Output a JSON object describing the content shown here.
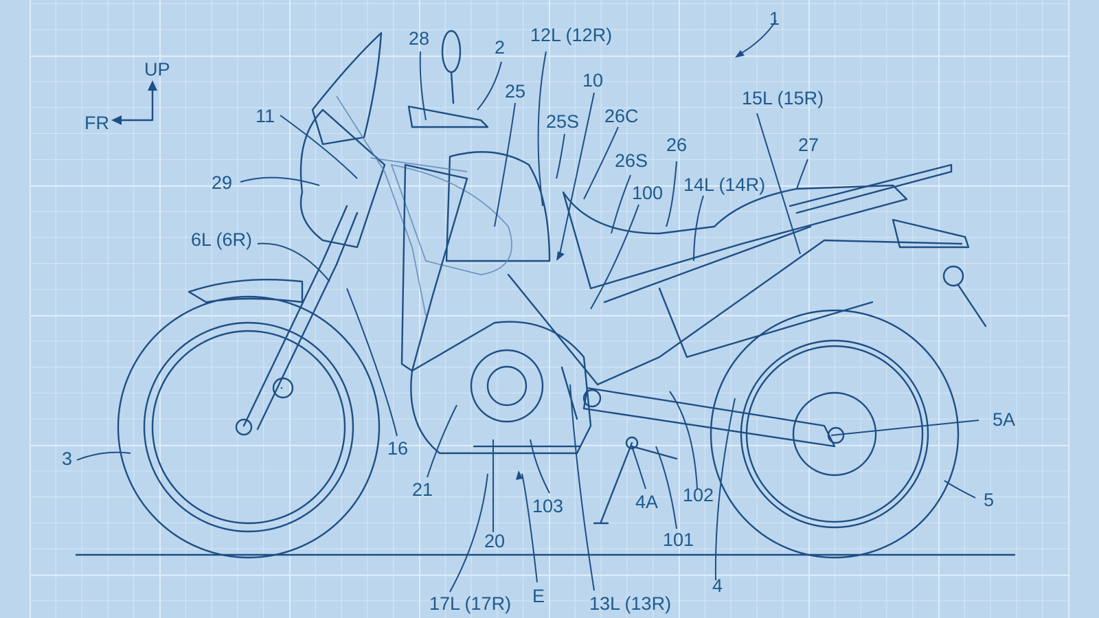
{
  "colors": {
    "background": "#bcd6ee",
    "grid": "#d9e9f7",
    "line": "#1d4f84",
    "text": "#1d5a8c"
  },
  "orientation": {
    "up": "UP",
    "front": "FR"
  },
  "labels": {
    "l1": "1",
    "l28": "28",
    "l2": "2",
    "l12": "12L (12R)",
    "l10": "10",
    "l25": "25",
    "l11": "11",
    "l25s": "25S",
    "l26c": "26C",
    "l15": "15L (15R)",
    "l27": "27",
    "l26s": "26S",
    "l26": "26",
    "l29": "29",
    "l100": "100",
    "l14": "14L (14R)",
    "l6": "6L (6R)",
    "l3": "3",
    "l16": "16",
    "l21": "21",
    "l5a": "5A",
    "l102": "102",
    "l103": "103",
    "l4a": "4A",
    "l101": "101",
    "l5": "5",
    "l20": "20",
    "le": "E",
    "l17": "17L (17R)",
    "l13": "13L (13R)",
    "l4": "4"
  }
}
